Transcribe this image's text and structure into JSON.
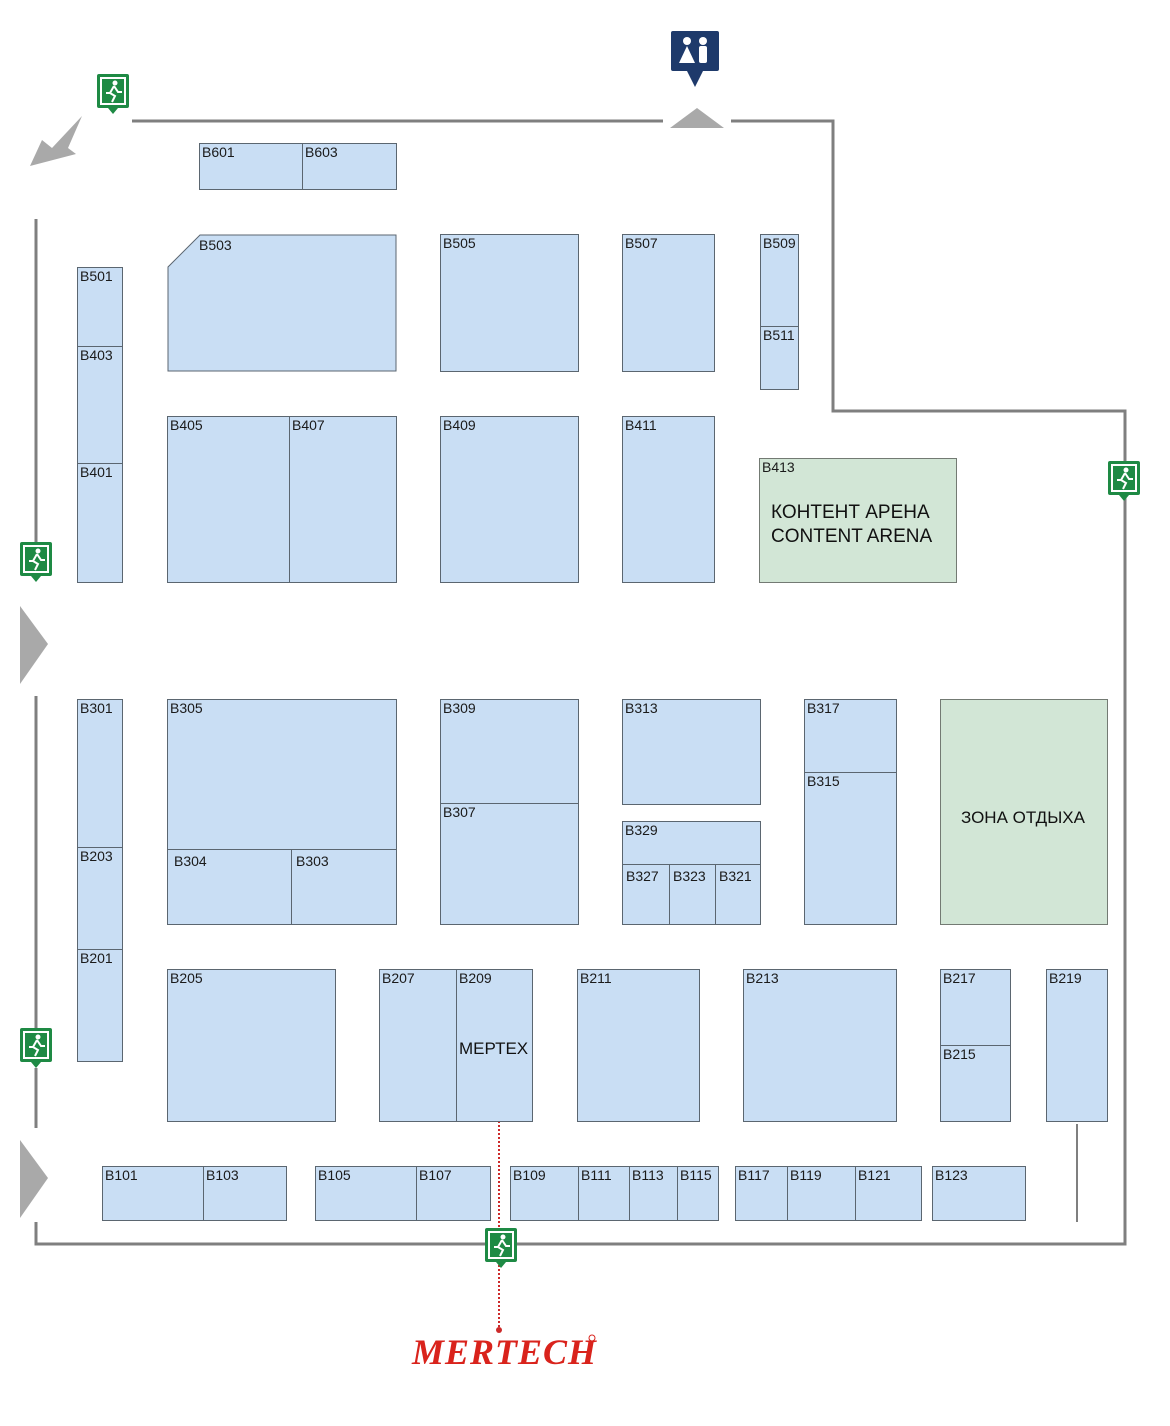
{
  "brand": {
    "logo_text": "MERTECH",
    "logo_color": "#d9231c"
  },
  "colors": {
    "booth_fill": "#c9def4",
    "special_fill": "#d2e6d6",
    "walls": "#7f7f7f",
    "exit_green": "#1e8a44",
    "wc_navy": "#1e3a6b",
    "arrow_gray": "#a9a9a9"
  },
  "icons": {
    "exit": "emergency-exit-icon",
    "wc": "restroom-icon",
    "entrance": "entrance-arrow-icon"
  },
  "booths": {
    "b601": "B601",
    "b603": "B603",
    "b503": "B503",
    "b505": "B505",
    "b507": "B507",
    "b509": "B509",
    "b511": "B511",
    "b501": "B501",
    "b403": "B403",
    "b401": "B401",
    "b405": "B405",
    "b407": "B407",
    "b409": "B409",
    "b411": "B411",
    "b413": "B413",
    "b301": "B301",
    "b203": "B203",
    "b201": "B201",
    "b305": "B305",
    "b304": "B304",
    "b303": "B303",
    "b309": "B309",
    "b307": "B307",
    "b313": "B313",
    "b329": "B329",
    "b327": "B327",
    "b323": "B323",
    "b321": "B321",
    "b317": "B317",
    "b315": "B315",
    "b205": "B205",
    "b207": "B207",
    "b209": "B209",
    "b211": "B211",
    "b213": "B213",
    "b217": "B217",
    "b215": "B215",
    "b219": "B219",
    "b101": "B101",
    "b103": "B103",
    "b105": "B105",
    "b107": "B107",
    "b109": "B109",
    "b111": "B111",
    "b113": "B113",
    "b115": "B115",
    "b117": "B117",
    "b119": "B119",
    "b121": "B121",
    "b123": "B123"
  },
  "areas": {
    "content_arena_ru": "КОНТЕНТ АРЕНА",
    "content_arena_en": "CONTENT ARENA",
    "rest_zone": "ЗОНА ОТДЫХА",
    "mertech_booth": "МЕРТЕХ"
  }
}
